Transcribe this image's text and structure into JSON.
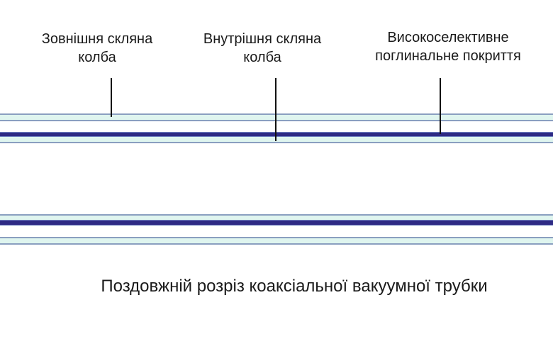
{
  "labels": {
    "outer_glass": [
      "Зовнішня скляна",
      "колба"
    ],
    "inner_glass": [
      "Внутрішня скляна",
      "колба"
    ],
    "coating": [
      "Високоселективне",
      "поглинальне покриття"
    ]
  },
  "caption": "Поздовжній розріз коаксіальної вакуумної трубки",
  "colors": {
    "glass_line": "#8a9fc0",
    "glass_fill": "#dff5ef",
    "coating": "#2e2a84",
    "leader": "#111111"
  }
}
